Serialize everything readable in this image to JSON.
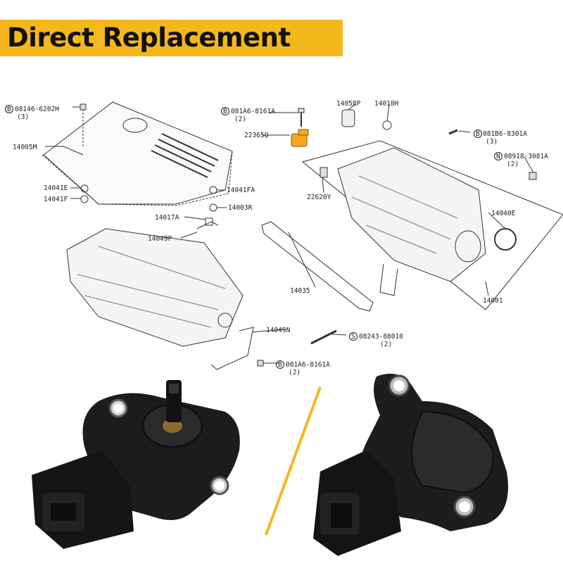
{
  "banner": {
    "title": "Direct Replacement",
    "color": "#F5B81C"
  },
  "diagram": {
    "labels": {
      "p08146": "08146-6202H",
      "p08146_qty": "(3)",
      "p14005M": "14005M",
      "p081A6_top": "081A6-8161A",
      "p081A6_top_qty": "(2)",
      "p22365Q": "22365Q",
      "p14058P": "14058P",
      "p14010H": "14010H",
      "p081B6": "081B6-8301A",
      "p081B6_qty": "(3)",
      "p08918": "08918-3081A",
      "p08918_qty": "(2)",
      "p14041E": "14041E",
      "p14041F": "14041F",
      "p14041FA": "14041FA",
      "p14003R": "14003R",
      "p22620Y": "22620Y",
      "p14040E": "14040E",
      "p14017A": "14017A",
      "p14049P": "14049P",
      "p14035": "14035",
      "p14001": "14001",
      "p14049N": "14049N",
      "p08243": "08243-88010",
      "p08243_qty": "(2)",
      "p081A6_bot": "081A6-8161A",
      "p081A6_bot_qty": "(2)",
      "sym_B": "B",
      "sym_N": "N",
      "sym_S": "S"
    },
    "highlight_color": "#F5A623"
  },
  "divider_color": "#F5B81C"
}
